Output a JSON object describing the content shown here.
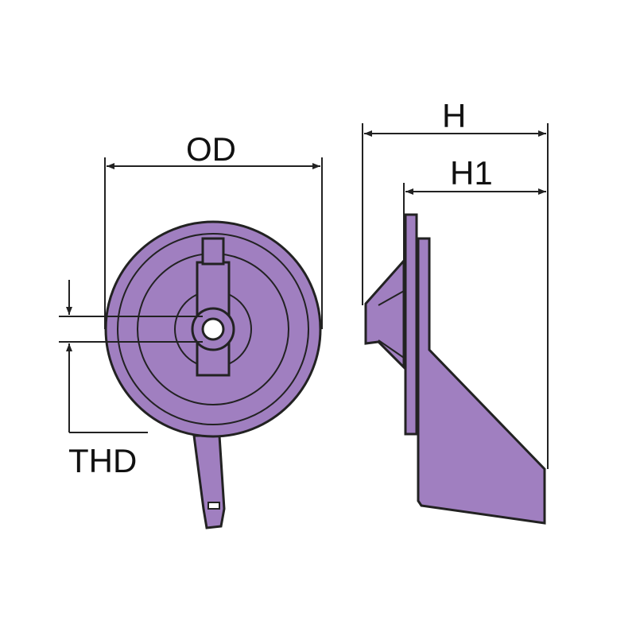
{
  "labels": {
    "od": "OD",
    "h": "H",
    "h1": "H1",
    "thd": "THD"
  },
  "colors": {
    "part_fill": "#a07fc0",
    "line": "#222222",
    "background": "#ffffff"
  }
}
